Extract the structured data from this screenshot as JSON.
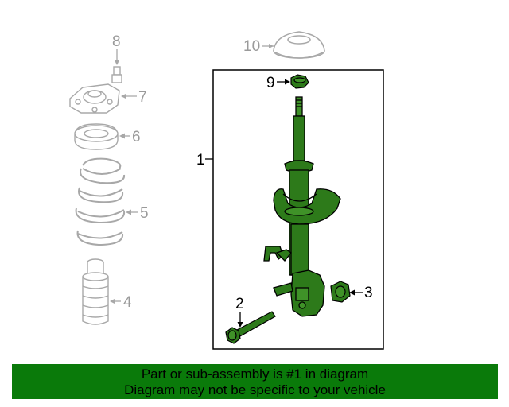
{
  "callouts": {
    "c1": "1",
    "c2": "2",
    "c3": "3",
    "c4": "4",
    "c5": "5",
    "c6": "6",
    "c7": "7",
    "c8": "8",
    "c9": "9",
    "c10": "10"
  },
  "banner": {
    "line1": "Part or sub-assembly is #1 in diagram",
    "line2": "Diagram may not be specific to your vehicle"
  },
  "colors": {
    "highlight_part": "#2d7a1a",
    "ghost_part": "#a8a8a8",
    "banner_bg": "#0a7a0a"
  }
}
